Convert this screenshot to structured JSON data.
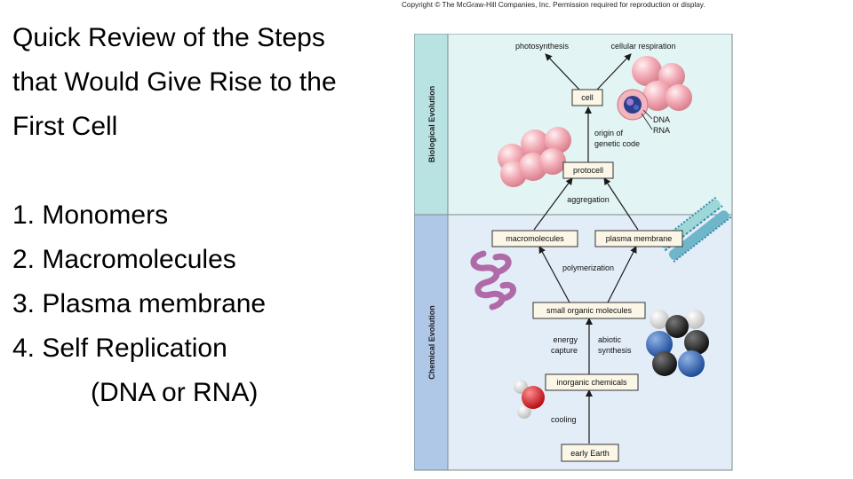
{
  "copyright": "Copyright © The McGraw-Hill Companies, Inc. Permission required for reproduction or display.",
  "slide": {
    "title_lines": [
      "Quick Review of the Steps",
      "that Would Give Rise to the",
      "First Cell"
    ],
    "items": [
      "1. Monomers",
      "2. Macromolecules",
      "3. Plasma membrane",
      "4. Self Replication"
    ],
    "item_note": "(DNA or RNA)"
  },
  "diagram": {
    "bio_section_label": "Biological Evolution",
    "chem_section_label": "Chemical Evolution",
    "nodes": {
      "early_earth": "early Earth",
      "inorganic": "inorganic chemicals",
      "small_organic": "small organic molecules",
      "macromolecules": "macromolecules",
      "plasma_membrane": "plasma membrane",
      "protocell": "protocell",
      "cell": "cell",
      "photosynthesis": "photosynthesis",
      "cellular_respiration": "cellular respiration"
    },
    "labels": {
      "cooling": "cooling",
      "energy_capture": [
        "energy",
        "capture"
      ],
      "abiotic_synthesis": [
        "abiotic",
        "synthesis"
      ],
      "polymerization": "polymerization",
      "aggregation": "aggregation",
      "origin_genetic_code": [
        "origin of",
        "genetic code"
      ],
      "dna": "DNA",
      "rna": "RNA"
    },
    "colors": {
      "bio_bg": "#e3f4f4",
      "bio_strip": "#b9e3e3",
      "chem_bg": "#e3edf8",
      "chem_strip": "#b0c8e8",
      "sphere": "#f2aab4",
      "box_fill": "#fbf6e6"
    }
  }
}
